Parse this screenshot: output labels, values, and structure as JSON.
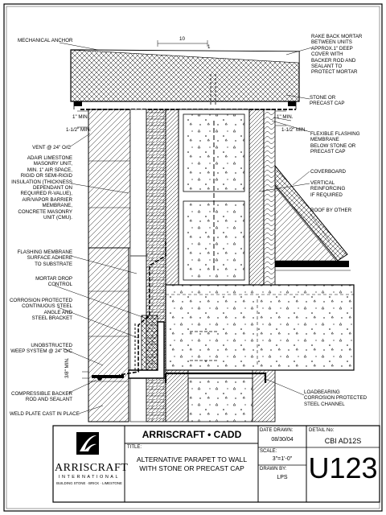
{
  "drawing": {
    "dimension_top": "10",
    "dimension_tick": "1",
    "dim_1_min_left": "1\" MIN.",
    "dim_1_min_right": "1\" MIN.",
    "dim_1_half_left": "1-1/2\" MIN.",
    "dim_1_half_right": "1-1/2\" MIN.",
    "dim_3_8": "3/8\" MIN."
  },
  "callouts_left": [
    "MECHANICAL ANCHOR",
    "VENT @ 24\" O/C",
    "ADAIR LIMESTONE\nMASONRY UNIT,\nMIN. 1\" AIR SPACE,\nRIGID OR SEMI-RIGID\nINSULATION (THICKNESS\nDEPENDANT ON\nREQUIRED R-VALUE),\nAIR/VAPOR BARRIER\nMEMBRANE,\nCONCRETE MASONRY\nUNIT (CMU).",
    "FLASHING MEMBRANE\nSURFACE ADHERE\nTO SUBSTRATE",
    "MORTAR DROP\nCONTROL",
    "CORROSION PROTECTED\nCONTINUOUS STEEL\nANGLE AND\nSTEEL BRACKET",
    "UNOBSTRUCTED\nWEEP SYSTEM @ 24\" O/C",
    "COMPRESSIBLE BACKER\nROD AND SEALANT",
    "WELD PLATE CAST IN PLACE"
  ],
  "callouts_right": [
    "RAKE BACK MORTAR\nBETWEEN UNITS\nAPPROX.1\" DEEP\nCOVER WITH\nBACKER ROD AND\nSEALANT TO\nPROTECT MORTAR",
    "STONE OR\nPRECAST CAP",
    "FLEXIBLE FLASHING\nMEMBRANE\nBELOW STONE OR\nPRECAST CAP",
    "COVERBOARD",
    "VERTICAL\nREINFORCING\nIF REQUIRED",
    "ROOF BY OTHER",
    "LOADBEARING\nCORROSION PROTECTED\nSTEEL CHANNEL"
  ],
  "title_block": {
    "company_name": "ARRISCRAFT",
    "company_sub": "INTERNATIONAL",
    "company_tagline": "BUILDING STONE · BRICK · LIMESTONE",
    "header": "ARRISCRAFT • CADD",
    "title_label": "TITLE:",
    "title_line1": "ALTERNATIVE PARAPET TO WALL",
    "title_line2": "WITH STONE OR PRECAST CAP",
    "date_label": "DATE DRAWN:",
    "date_value": "08/30/04",
    "scale_label": "SCALE:",
    "scale_value": "3\"=1'-0\"",
    "drawn_label": "DRAWN BY:",
    "drawn_value": "LPS",
    "detail_label": "DETAIL No:",
    "detail_value": "CBI AD12S",
    "sheet_number": "U123"
  }
}
